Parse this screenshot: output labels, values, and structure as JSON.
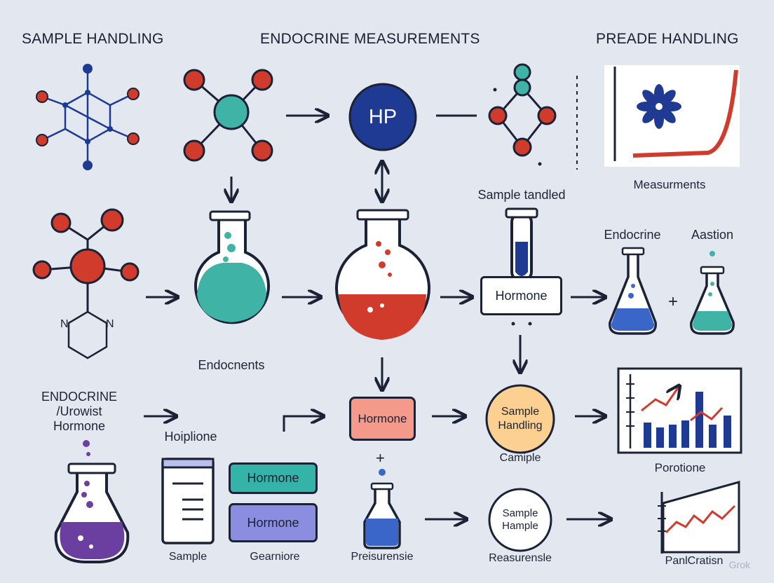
{
  "headers": {
    "sample_handling": "SAMPLE HANDLING",
    "endocrine_measurements": "ENDOCRINE MEASUREMENTS",
    "preade_handling": "PREADE HANDLING"
  },
  "nodes": {
    "hp": "HP",
    "hormone_mid": "Hormone",
    "hormone_pink": "Hormone",
    "hormone_teal": "Hormone",
    "hormone_purple": "Hormone",
    "sample_handling_circle": "Sample\nHandling",
    "sample_hample_circle": "Sample\nHample"
  },
  "labels": {
    "measurements": "Measurments",
    "sample_tandled": "Sample tandled",
    "endocrine": "Endocrine",
    "aastion": "Aastion",
    "endocnents": "Endocnents",
    "endocrine_urowist": "ENDOCRINE\n/Urowist\nHormone",
    "hoiplione": "Hoiplione",
    "camiple": "Camiple",
    "porotione": "Porotione",
    "sample": "Sample",
    "gearniore": "Gearniore",
    "preisurensie": "Preisurensie",
    "reasurensle": "Reasurensle",
    "panlcratisn": "PanlCratisn",
    "ring_n_left": "N",
    "ring_n_right": "N"
  },
  "symbols": {
    "plus_right": "+",
    "plus_mid": "+"
  },
  "watermark": "Grok",
  "colors": {
    "background": "#e2e7f0",
    "navy": "#1f3a93",
    "red": "#d03b2b",
    "teal": "#3fb3a6",
    "purple": "#6a3fa0",
    "pink_box": "#f59a8a",
    "teal_box": "#34b3a8",
    "purple_box": "#8b8ee0",
    "orange_circle": "#fcd091",
    "dark": "#1c2236"
  }
}
